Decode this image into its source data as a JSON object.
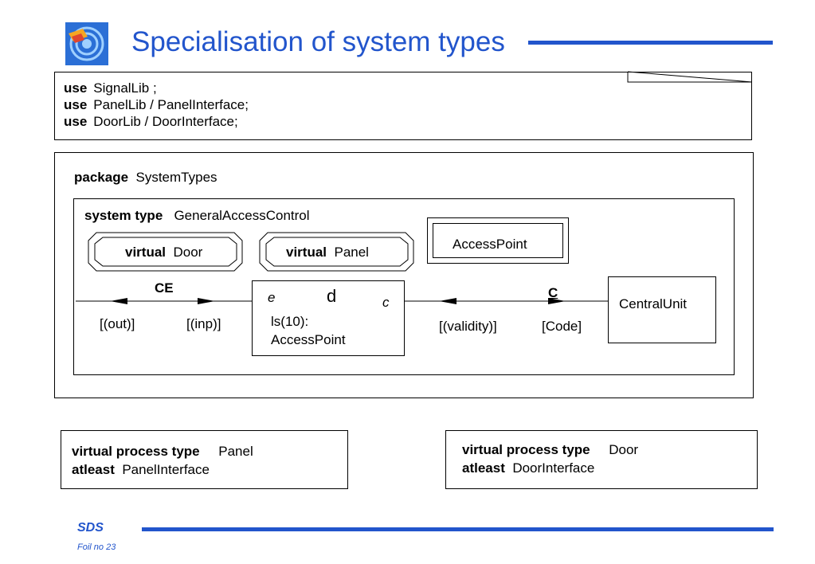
{
  "slide": {
    "title": "Specialisation of system types",
    "brand_color": "#2255cc"
  },
  "uses": [
    {
      "keyword": "use",
      "text": "SignalLib ;"
    },
    {
      "keyword": "use",
      "text": "PanelLib / PanelInterface;"
    },
    {
      "keyword": "use",
      "text": "DoorLib / DoorInterface;"
    }
  ],
  "package": {
    "keyword": "package",
    "name": "SystemTypes"
  },
  "system_type": {
    "keyword": "system type",
    "name": "GeneralAccessControl"
  },
  "virtual_door": {
    "keyword": "virtual",
    "name": "Door"
  },
  "virtual_panel": {
    "keyword": "virtual",
    "name": "Panel"
  },
  "access_point_type": {
    "name": "AccessPoint"
  },
  "block_d": {
    "gate_left": "e",
    "name": "d",
    "gate_right": "c",
    "instance": "ls(10):",
    "type": "AccessPoint"
  },
  "central_unit": {
    "name": "CentralUnit"
  },
  "channel_ce": {
    "name": "CE",
    "left_signal": "[(out)]",
    "right_signal": "[(inp)]"
  },
  "channel_c": {
    "name": "C",
    "left_signal": "[(validity)]",
    "right_signal": "[Code]"
  },
  "process_panel": {
    "keyword": "virtual process type",
    "name": "Panel",
    "constraint_kw": "atleast",
    "constraint": "PanelInterface"
  },
  "process_door": {
    "keyword": "virtual process type",
    "name": "Door",
    "constraint_kw": "atleast",
    "constraint": "DoorInterface"
  },
  "footer": {
    "brand": "SDS",
    "foil": "Foil no 23"
  }
}
